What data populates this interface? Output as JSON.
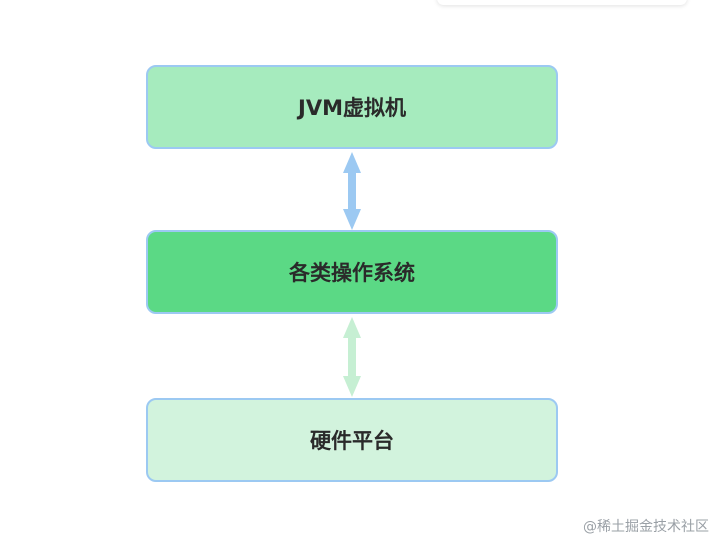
{
  "layers": [
    {
      "label": "JVM虚拟机",
      "fill": "#a6ebbe"
    },
    {
      "label": "各类操作系统",
      "fill": "#5bd985"
    },
    {
      "label": "硬件平台",
      "fill": "#d2f3dd"
    }
  ],
  "connectors": [
    {
      "name": "jvm-os-connector",
      "color": "#9cc9f2",
      "direction": "bidirectional"
    },
    {
      "name": "os-hardware-connector",
      "color": "#c6efd3",
      "direction": "bidirectional"
    }
  ],
  "box_border_color": "#9cc9f2",
  "watermark": "@稀土掘金技术社区"
}
